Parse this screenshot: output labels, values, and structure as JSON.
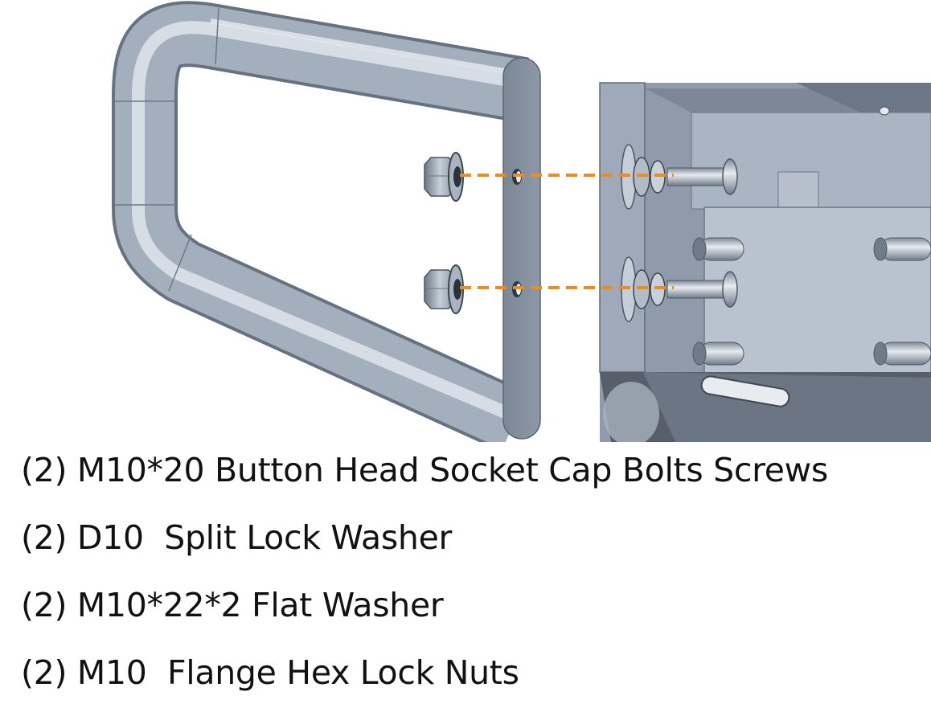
{
  "parts": [
    "(2) M10*20 Button Head Socket Cap Bolts Screws",
    "(2) D10  Split Lock Washer",
    "(2) M10*22*2 Flat Washer",
    "(2) M10  Flange Hex Lock Nuts"
  ],
  "colors": {
    "alignment_line": "#f08a1c",
    "metal_light": "#c8d2dc",
    "metal_mid": "#9aa8b6",
    "metal_dark": "#5e6a78",
    "text": "#111111"
  },
  "icons": [
    "grab-handle",
    "hex-nut",
    "button-head-bolt",
    "washer",
    "bracket-assembly"
  ]
}
